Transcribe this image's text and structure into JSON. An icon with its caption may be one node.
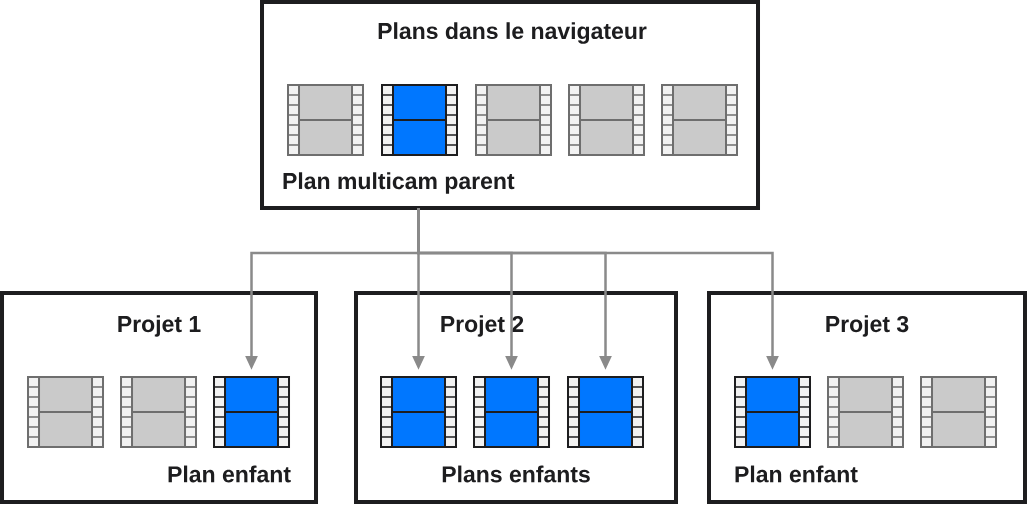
{
  "diagram": {
    "nodes": [
      {
        "text": [
          "Plans dans le navigateur",
          "Plan multicam parent"
        ]
      },
      {
        "text": [],
        "shape": "picture",
        "in": 0
      },
      {
        "text": [],
        "shape": "picture",
        "in": 0
      },
      {
        "text": [],
        "shape": "picture",
        "in": 0
      },
      {
        "text": [],
        "shape": "picture",
        "in": 0
      },
      {
        "text": [],
        "shape": "picture",
        "in": 0
      },
      {
        "text": [
          "Projet 1",
          "Plan enfant"
        ]
      },
      {
        "text": [],
        "shape": "picture",
        "in": 6
      },
      {
        "text": [],
        "shape": "picture",
        "in": 6
      },
      {
        "text": [],
        "shape": "picture",
        "in": 6
      },
      {
        "text": [
          "Projet 2",
          "Plans enfants"
        ]
      },
      {
        "text": [],
        "shape": "picture",
        "in": 10
      },
      {
        "text": [],
        "shape": "picture",
        "in": 10
      },
      {
        "text": [],
        "shape": "picture",
        "in": 10
      },
      {
        "text": [
          "Projet 3",
          "Plan enfant"
        ]
      },
      {
        "text": [],
        "shape": "picture",
        "in": 14
      },
      {
        "text": [],
        "shape": "picture",
        "in": 14
      },
      {
        "text": [],
        "shape": "picture",
        "in": 14
      }
    ],
    "edges": [
      {
        "from": 0,
        "to": 9,
        "arrow": "to"
      },
      {
        "from": 0,
        "to": 11,
        "arrow": "to"
      },
      {
        "from": 0,
        "to": 12,
        "arrow": "to"
      },
      {
        "from": 0,
        "to": 13,
        "arrow": "to"
      },
      {
        "from": 0,
        "to": 15,
        "arrow": "to"
      }
    ]
  }
}
